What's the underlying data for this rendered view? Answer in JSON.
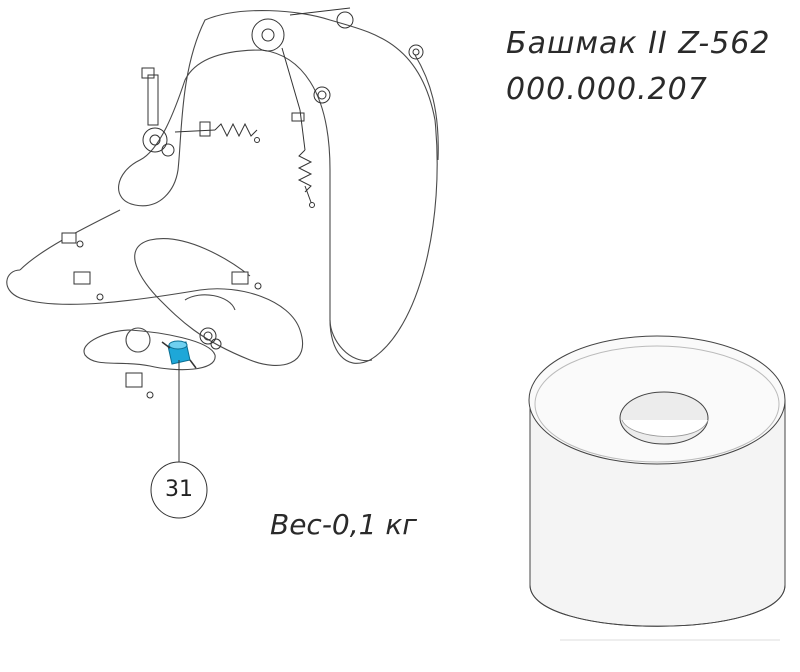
{
  "part": {
    "name": "Башмак II Z-562",
    "code": "000.000.207"
  },
  "weight_label": "Вес-0,1 кг",
  "callout": {
    "number": "31"
  },
  "colors": {
    "highlight": "#1ea7d8",
    "line": "#3a3a3a"
  }
}
